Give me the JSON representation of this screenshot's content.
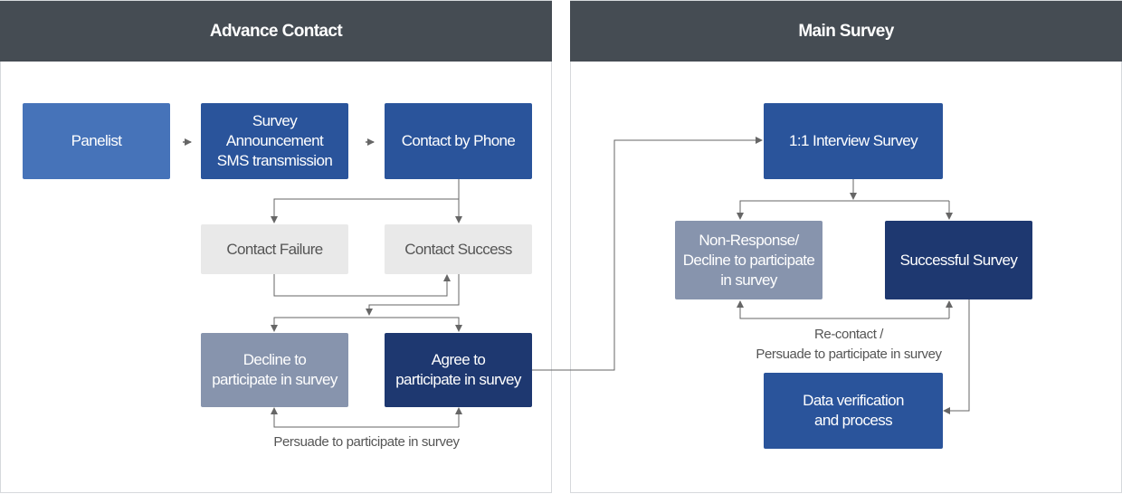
{
  "panels": {
    "advance": {
      "title": "Advance Contact"
    },
    "main": {
      "title": "Main Survey"
    }
  },
  "nodes": {
    "panelist": "Panelist",
    "sms": "Survey\nAnnouncement\nSMS transmission",
    "phone": "Contact by Phone",
    "failure": "Contact Failure",
    "success": "Contact Success",
    "decline": "Decline to\nparticipate in survey",
    "agree": "Agree to\nparticipate in survey",
    "interview": "1:1 Interview Survey",
    "nonresponse": "Non-Response/\nDecline to participate\nin survey",
    "successful": "Successful Survey",
    "verification": "Data verification\nand process"
  },
  "captions": {
    "persuade": "Persuade to participate in survey",
    "recontact": "Re-contact /\nPersuade to participate in survey"
  },
  "colors": {
    "header": "#454c53",
    "light_blue": "#4673b9",
    "blue": "#2a549b",
    "navy": "#1e3870",
    "gray_blue": "#8794ad",
    "light_gray": "#e9e9e9",
    "connector": "#666666"
  }
}
